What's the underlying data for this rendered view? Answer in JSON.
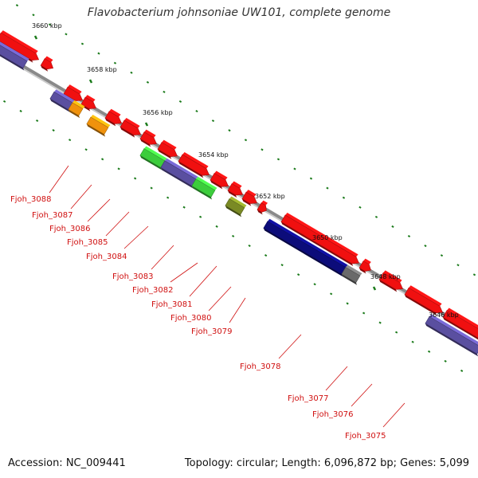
{
  "title": "Flavobacterium johnsoniae UW101, complete genome",
  "footer": {
    "accession": "Accession: NC_009441",
    "summary": "Topology: circular; Length: 6,096,872 bp; Genes: 5,099"
  },
  "colors": {
    "backbone": "#8a8a8a",
    "forward_gene": "#f01010",
    "reverse_gene": "#5a4fa0",
    "label": "#d01010",
    "ticks": "#1a7a1a"
  },
  "scale_labels": [
    "3660 kbp",
    "3658 kbp",
    "3656 kbp",
    "3654 kbp",
    "3652 kbp",
    "3650 kbp",
    "3648 kbp",
    "3646 kbp"
  ],
  "gene_labels": [
    "Fjoh_3088",
    "Fjoh_3087",
    "Fjoh_3086",
    "Fjoh_3085",
    "Fjoh_3084",
    "Fjoh_3083",
    "Fjoh_3082",
    "Fjoh_3081",
    "Fjoh_3080",
    "Fjoh_3079",
    "Fjoh_3078",
    "Fjoh_3077",
    "Fjoh_3076",
    "Fjoh_3075"
  ]
}
